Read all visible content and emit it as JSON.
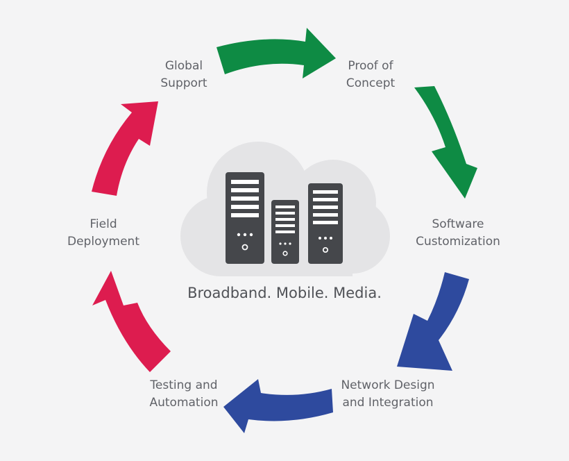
{
  "cycle": {
    "stages": [
      {
        "id": "proof-of-concept",
        "line1": "Proof of",
        "line2": "Concept"
      },
      {
        "id": "software-customization",
        "line1": "Software",
        "line2": "Customization"
      },
      {
        "id": "network-design",
        "line1": "Network Design",
        "line2": "and Integration"
      },
      {
        "id": "testing-automation",
        "line1": "Testing and",
        "line2": "Automation"
      },
      {
        "id": "field-deployment",
        "line1": "Field",
        "line2": "Deployment"
      },
      {
        "id": "global-support",
        "line1": "Global",
        "line2": "Support"
      }
    ],
    "tagline": "Broadband. Mobile. Media.",
    "colors": {
      "green": "#0e8b44",
      "blue": "#2e4a9e",
      "red": "#dd1c4f",
      "cloud": "#e4e4e6",
      "server": "#45474b",
      "text": "#606268"
    }
  }
}
